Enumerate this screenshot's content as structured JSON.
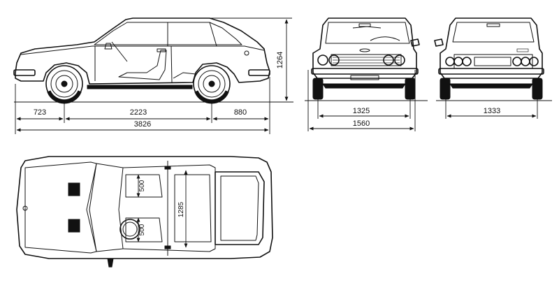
{
  "dimensions": {
    "front_overhang": "723",
    "wheelbase": "2223",
    "rear_overhang": "880",
    "overall_length": "3826",
    "height": "1264",
    "front_track": "1325",
    "overall_width": "1560",
    "rear_track": "1333",
    "seat_depth_front": "500",
    "seat_depth_rear": "500",
    "interior_width": "1285"
  }
}
